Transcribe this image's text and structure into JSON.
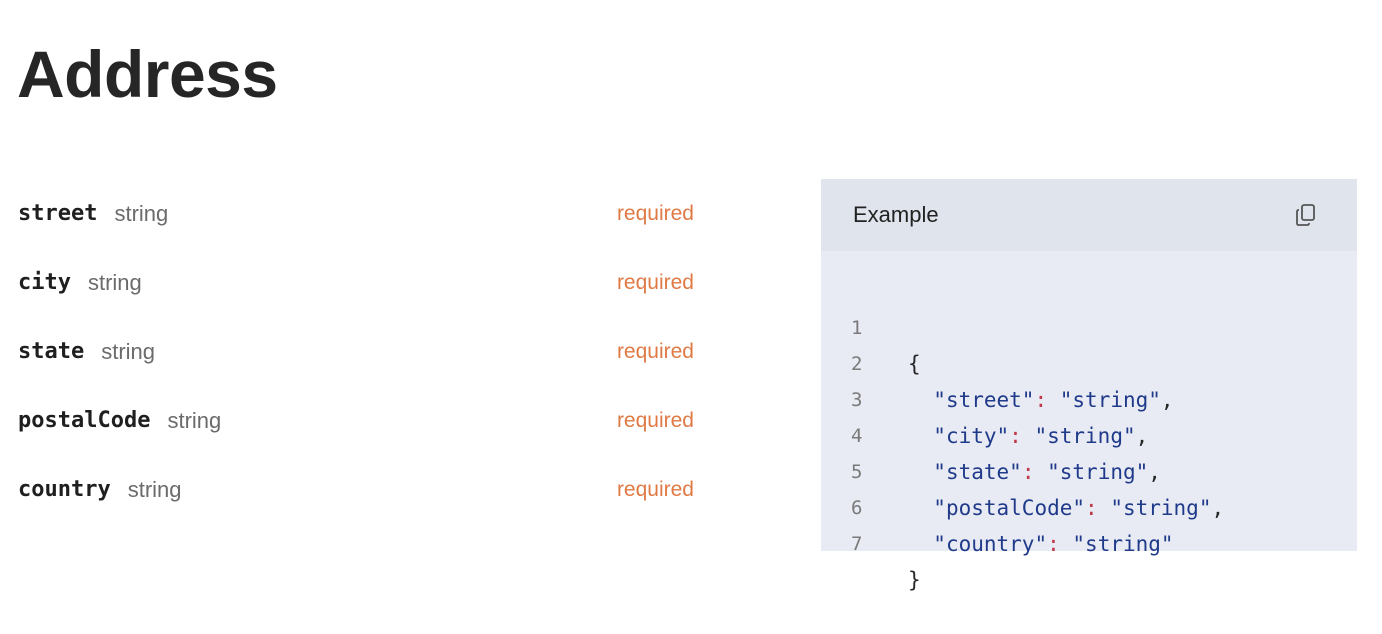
{
  "page": {
    "title": "Address"
  },
  "fields": [
    {
      "name": "street",
      "type": "string",
      "required_label": "required"
    },
    {
      "name": "city",
      "type": "string",
      "required_label": "required"
    },
    {
      "name": "state",
      "type": "string",
      "required_label": "required"
    },
    {
      "name": "postalCode",
      "type": "string",
      "required_label": "required"
    },
    {
      "name": "country",
      "type": "string",
      "required_label": "required"
    }
  ],
  "example": {
    "title": "Example",
    "copy_icon": "copy-icon",
    "lines": [
      {
        "number": "1",
        "open": "{"
      },
      {
        "number": "2",
        "key": "\"street\"",
        "colon": ":",
        "value": "\"string\"",
        "trail": ","
      },
      {
        "number": "3",
        "key": "\"city\"",
        "colon": ":",
        "value": "\"string\"",
        "trail": ","
      },
      {
        "number": "4",
        "key": "\"state\"",
        "colon": ":",
        "value": "\"string\"",
        "trail": ","
      },
      {
        "number": "5",
        "key": "\"postalCode\"",
        "colon": ":",
        "value": "\"string\"",
        "trail": ","
      },
      {
        "number": "6",
        "key": "\"country\"",
        "colon": ":",
        "value": "\"string\"",
        "trail": ""
      },
      {
        "number": "7",
        "close": "}"
      }
    ]
  },
  "colors": {
    "required": "#e07a45",
    "json_key": "#1f3a8a",
    "json_colon": "#c2384a",
    "panel_bg": "#e8ebf3",
    "panel_header_bg": "#e0e4ed"
  }
}
